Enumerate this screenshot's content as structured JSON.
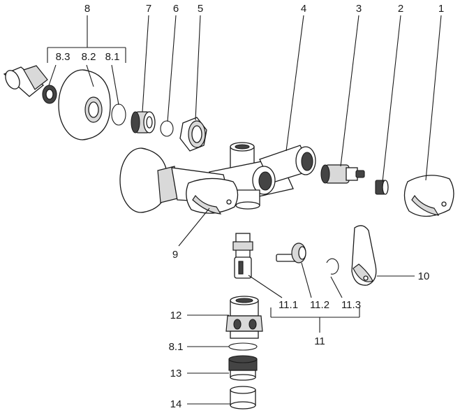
{
  "labels": {
    "p1": "1",
    "p2": "2",
    "p3": "3",
    "p4": "4",
    "p5": "5",
    "p6": "6",
    "p7": "7",
    "p8": "8",
    "p8_3": "8.3",
    "p8_2": "8.2",
    "p8_1_top": "8.1",
    "p9": "9",
    "p10": "10",
    "p11": "11",
    "p11_1": "11.1",
    "p11_2": "11.2",
    "p11_3": "11.3",
    "p12": "12",
    "p8_1_bottom": "8.1",
    "p13": "13",
    "p14": "14"
  },
  "colors": {
    "line": "#1a1a1a",
    "shade": "#d9d9d9",
    "dark": "#444444",
    "background": "#ffffff"
  }
}
